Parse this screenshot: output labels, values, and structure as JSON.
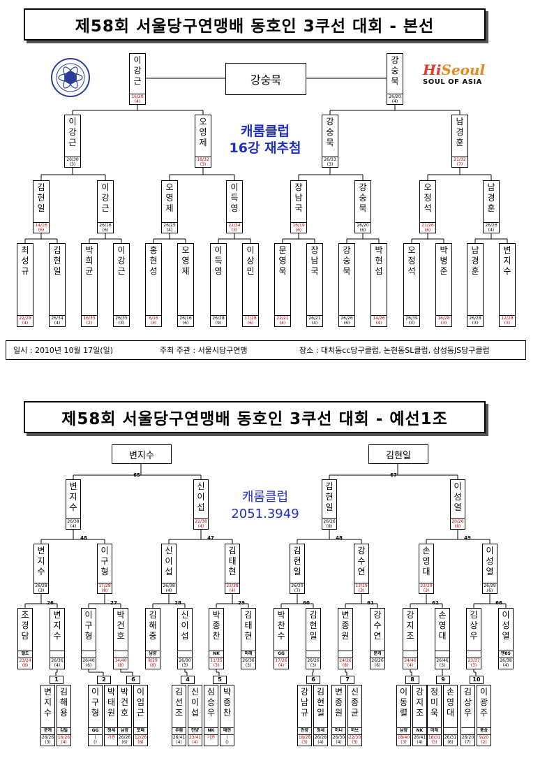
{
  "top": {
    "title": "제58회 서울당구연맹배 동호인 3쿠선 대회 - 본선",
    "champion": "강숭묵",
    "finalists": [
      {
        "name": "이강근",
        "s1": "16/20",
        "s2": "(4)",
        "red": true
      },
      {
        "name": "강숭묵",
        "s1": "26/20",
        "s2": "(4)",
        "red": false
      }
    ],
    "semis": [
      {
        "name": "이강근",
        "s1": "26/30",
        "s2": "(3)",
        "red": false
      },
      {
        "name": "오영제",
        "s1": "18/32",
        "s2": "(3)",
        "red": true
      },
      {
        "name": "강숭묵",
        "s1": "26/33",
        "s2": "(3)",
        "red": false
      },
      {
        "name": "남경훈",
        "s1": "21/32",
        "s2": "(7)",
        "red": true
      }
    ],
    "quarters": [
      {
        "name": "김현일",
        "s1": "14/16",
        "s2": "(6)",
        "red": true
      },
      {
        "name": "이강근",
        "s1": "26/16",
        "s2": "(6)",
        "red": false
      },
      {
        "name": "오영제",
        "s1": "26/25",
        "s2": "(4)",
        "red": false
      },
      {
        "name": "이득영",
        "s1": "22/34",
        "s2": "(3)",
        "red": true
      },
      {
        "name": "장남국",
        "s1": "16/19",
        "s2": "(6)",
        "red": true
      },
      {
        "name": "강숭묵",
        "s1": "26/20",
        "s2": "(6)",
        "red": false
      },
      {
        "name": "오정석",
        "s1": "21/26",
        "s2": "(6)",
        "red": true
      },
      {
        "name": "남경훈",
        "s1": "26/26",
        "s2": "(4)",
        "red": false
      }
    ],
    "r16": [
      {
        "name": "최성규",
        "s1": "22/28",
        "s2": "(4)",
        "red": true
      },
      {
        "name": "김현일",
        "s1": "26/34",
        "s2": "(4)",
        "red": false
      },
      {
        "name": "박희균",
        "s1": "16/35",
        "s2": "(2)",
        "red": true
      },
      {
        "name": "이강근",
        "s1": "26/35",
        "s2": "(3)",
        "red": false
      },
      {
        "name": "홍현성",
        "s1": "6/16",
        "s2": "(3)",
        "red": true
      },
      {
        "name": "오영제",
        "s1": "26/16",
        "s2": "(6)",
        "red": false
      },
      {
        "name": "이득영",
        "s1": "26/28",
        "s2": "(9)",
        "red": false
      },
      {
        "name": "이상민",
        "s1": "17/28",
        "s2": "(6)",
        "red": true
      },
      {
        "name": "문영욱",
        "s1": "22/21",
        "s2": "(4)",
        "red": true
      },
      {
        "name": "장남국",
        "s1": "26/21",
        "s2": "(4)",
        "red": false
      },
      {
        "name": "강숭묵",
        "s1": "26/26",
        "s2": "(6)",
        "red": false
      },
      {
        "name": "박현섭",
        "s1": "14/26",
        "s2": "(4)",
        "red": true
      },
      {
        "name": "오정석",
        "s1": "26/39",
        "s2": "(3)",
        "red": false
      },
      {
        "name": "박병준",
        "s1": "16/28",
        "s2": "(3)",
        "red": true
      },
      {
        "name": "남경훈",
        "s1": "26/28",
        "s2": "(3)",
        "red": false
      },
      {
        "name": "변지수",
        "s1": "12/28",
        "s2": "(3)",
        "red": true
      }
    ],
    "center_line1": "캐롬클럽",
    "center_line2": "16강 재추첨",
    "logo2_a": "Hi",
    "logo2_b": "Seoul",
    "logo2_c": "SOUL OF ASIA",
    "info_date": "일시 : 2010년 10월 17일(일)",
    "info_host": "주최 주관 : 서울시당구연맹",
    "info_place": "장소 : 대치동cc당구클럽, 논현동SL클럽, 삼성동JS당구클럽"
  },
  "bottom": {
    "title": "제58회 서울당구연맹배 동호인 3쿠선 대회 - 예선1조",
    "finalA": "변지수",
    "finalB": "김현일",
    "num_finalA": "65",
    "num_finalB": "67",
    "semis": [
      {
        "name": "변지수",
        "s1": "26/38",
        "s2": "(4)",
        "red": false
      },
      {
        "name": "신이섭",
        "s1": "22/38",
        "s2": "(4)",
        "red": true
      },
      {
        "name": "김현일",
        "s1": "26/26",
        "s2": "(8)",
        "red": false
      },
      {
        "name": "이성열",
        "s1": "20/26",
        "s2": "(8)",
        "red": true
      }
    ],
    "semi_nums": [
      "48",
      "47",
      "48",
      "49"
    ],
    "center_line1": "캐롬클럽",
    "center_line2": "2051.3949",
    "quarters": [
      {
        "name": "변지수",
        "s1": "26/28",
        "s2": "(3)",
        "red": false
      },
      {
        "name": "이구형",
        "s1": "17/28",
        "s2": "(8)",
        "red": true
      },
      {
        "name": "신이섭",
        "s1": "26/38",
        "s2": "(4)",
        "red": false
      },
      {
        "name": "김태현",
        "s1": "23/38",
        "s2": "(4)",
        "red": true
      },
      {
        "name": "김현일",
        "s1": "26/20",
        "s2": "(7)",
        "red": false
      },
      {
        "name": "강수연",
        "s1": "13/19",
        "s2": "(3)",
        "red": true
      },
      {
        "name": "손영대",
        "s1": "23/29",
        "s2": "(3)",
        "red": true
      },
      {
        "name": "이성열",
        "s1": "26/29",
        "s2": "(6)",
        "red": false
      }
    ],
    "quarter_nums": [
      "26",
      "27",
      "28",
      "29",
      "60",
      "61",
      "62",
      "66"
    ],
    "r16": [
      {
        "name": "조경담",
        "tag": "엘도",
        "s1": "23/24",
        "s2": "(8)",
        "red": true
      },
      {
        "name": "변지수",
        "tag": "",
        "s1": "26/36",
        "s2": "(4)",
        "red": false
      },
      {
        "name": "이구형",
        "tag": "",
        "s1": "26/40",
        "s2": "(6)",
        "red": false
      },
      {
        "name": "박건호",
        "tag": "",
        "s1": "14/40",
        "s2": "(8)",
        "red": true
      },
      {
        "name": "김해중",
        "tag": "남양",
        "s1": "8/29",
        "s2": "(8)",
        "red": true
      },
      {
        "name": "신이섭",
        "tag": "",
        "s1": "26/30",
        "s2": "(3)",
        "red": false
      },
      {
        "name": "박종찬",
        "tag": "NK",
        "s1": "11/35",
        "s2": "(3)",
        "red": true
      },
      {
        "name": "김태현",
        "tag": "미래",
        "s1": "26/36",
        "s2": "(3)",
        "red": false
      },
      {
        "name": "박찬수",
        "tag": "GG",
        "s1": "17/26",
        "s2": "(4)",
        "red": true
      },
      {
        "name": "김현일",
        "tag": "",
        "s1": "26/26",
        "s2": "(3)",
        "red": false
      },
      {
        "name": "변종원",
        "tag": "",
        "s1": "24/26",
        "s2": "(8)",
        "red": true
      },
      {
        "name": "강수연",
        "tag": "분캐",
        "s1": "26/26",
        "s2": "(6)",
        "red": false
      },
      {
        "name": "강지조",
        "tag": "",
        "s1": "24/46",
        "s2": "(4)",
        "red": true
      },
      {
        "name": "손영대",
        "tag": "",
        "s1": "26/46",
        "s2": "(3)",
        "red": false
      },
      {
        "name": "김상우",
        "tag": "",
        "s1": "23/37",
        "s2": "(3)",
        "red": true
      },
      {
        "name": "이성열",
        "tag": "엔8S",
        "s1": "26/38",
        "s2": "(4)",
        "red": false
      }
    ],
    "groups": [
      {
        "num": "1",
        "p": [
          {
            "name": "변지수",
            "tag": "분캐",
            "s1": "26/26",
            "s2": "(3)",
            "red": false
          },
          {
            "name": "김해용",
            "tag": "김빌",
            "s1": "16/26",
            "s2": "(4)",
            "red": true
          }
        ]
      },
      {
        "num": "2",
        "p": [
          {
            "name": "이구형",
            "tag": "GG",
            "s1": "(",
            "s2": "()",
            "red": false
          },
          {
            "name": "박태원",
            "tag": "청세",
            "s1": "기권",
            "s2": "",
            "red": true
          }
        ]
      },
      {
        "num": "6",
        "p": [
          {
            "name": "박건호",
            "tag": "남양",
            "s1": "26/26",
            "s2": "(6)",
            "red": false
          },
          {
            "name": "이임근",
            "tag": "포패",
            "s1": "12/26",
            "s2": "(8)",
            "red": true
          }
        ]
      },
      {
        "num": "4",
        "p": [
          {
            "name": "김선조",
            "tag": "우캠",
            "s1": "26/41",
            "s2": "(4)",
            "red": false
          },
          {
            "name": "신이섭",
            "tag": "안양",
            "s1": "23/41",
            "s2": "(4)",
            "red": true
          }
        ]
      },
      {
        "num": "5",
        "p": [
          {
            "name": "심승우",
            "tag": "NK",
            "s1": "기권",
            "s2": "",
            "red": true
          },
          {
            "name": "박종찬",
            "tag": "태현",
            "s1": "(",
            "s2": "()",
            "red": false
          }
        ]
      },
      {
        "num": "6",
        "p": [
          {
            "name": "강남규",
            "tag": "안양",
            "s1": "18/28",
            "s2": "(3)",
            "red": true
          },
          {
            "name": "김현일",
            "tag": "청세",
            "s1": "26/28",
            "s2": "(4)",
            "red": false
          }
        ]
      },
      {
        "num": "7",
        "p": [
          {
            "name": "변종원",
            "tag": "미니",
            "s1": "26/30",
            "s2": "(4)",
            "red": false
          },
          {
            "name": "신종균",
            "tag": "하브",
            "s1": "22/30",
            "s2": "(3)",
            "red": true
          }
        ]
      },
      {
        "num": "8",
        "p": [
          {
            "name": "이동렬",
            "tag": "남양",
            "s1": "18/40",
            "s2": "(3)",
            "red": true
          },
          {
            "name": "강지조",
            "tag": "NK",
            "s1": "26/41",
            "s2": "(4)",
            "red": false
          }
        ]
      },
      {
        "num": "9",
        "p": [
          {
            "name": "정미욱",
            "tag": "미래",
            "s1": "18/31",
            "s2": "(3)",
            "red": true
          },
          {
            "name": "손영대",
            "tag": "",
            "s1": "26/31",
            "s2": "(6)",
            "red": false
          }
        ]
      },
      {
        "num": "10",
        "p": [
          {
            "name": "김상우",
            "tag": "",
            "s1": "26/20",
            "s2": "(7)",
            "red": false
          },
          {
            "name": "이광주",
            "tag": "풍상",
            "s1": "9/20",
            "s2": "(2)",
            "red": true
          }
        ]
      }
    ]
  }
}
